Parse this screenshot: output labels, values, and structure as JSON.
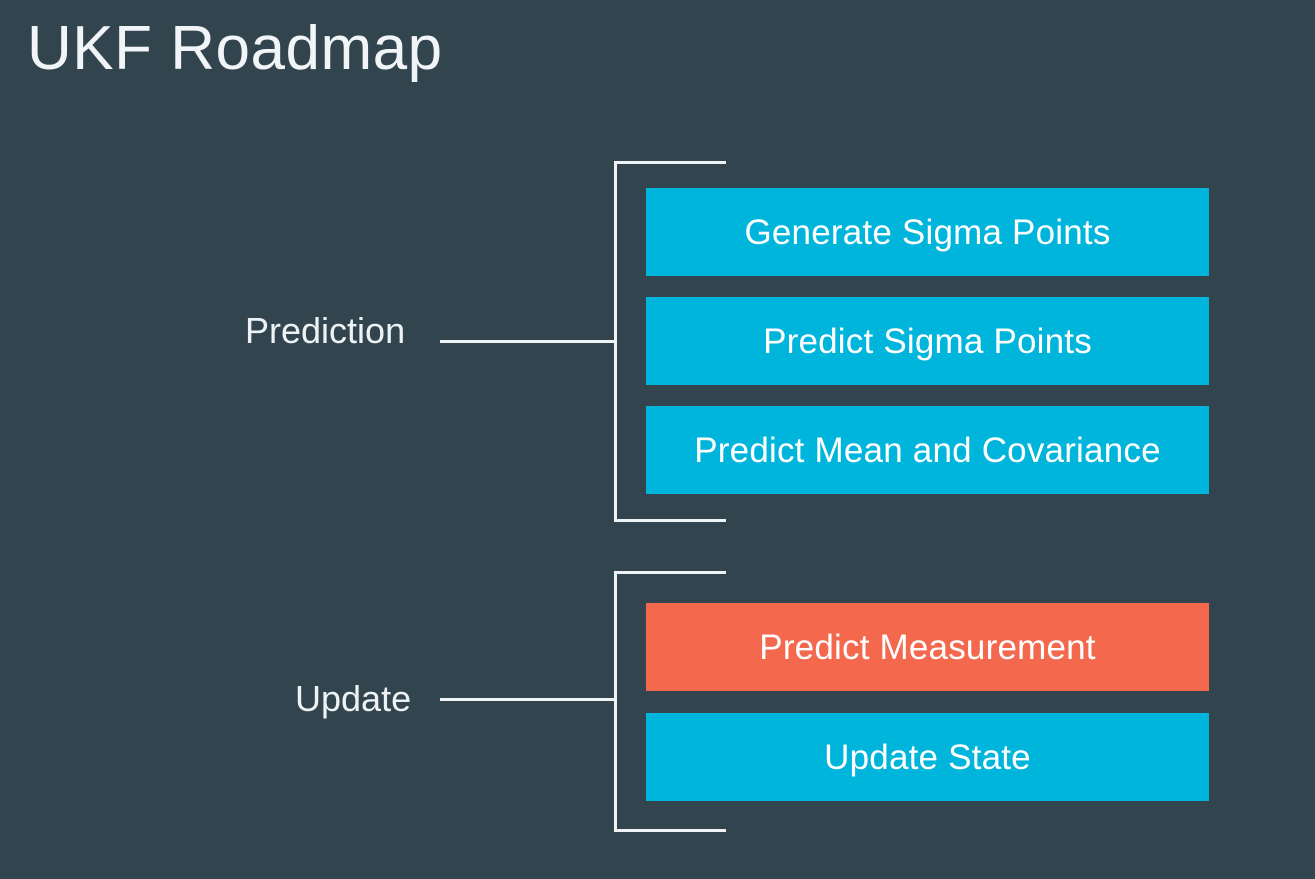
{
  "slide": {
    "title": "UKF Roadmap",
    "background_color": "#32454f"
  },
  "colors": {
    "background": "#32454f",
    "accent_cyan": "#00b5dc",
    "accent_orange": "#f4684e",
    "line": "#eef3f6",
    "text": "#ffffff"
  },
  "groups": [
    {
      "id": "prediction",
      "label": "Prediction",
      "steps": [
        {
          "id": "generate-sigma-points",
          "label": "Generate Sigma Points",
          "color": "#00b5dc",
          "highlighted": false
        },
        {
          "id": "predict-sigma-points",
          "label": "Predict Sigma Points",
          "color": "#00b5dc",
          "highlighted": false
        },
        {
          "id": "predict-mean-and-covariance",
          "label": "Predict Mean and Covariance",
          "color": "#00b5dc",
          "highlighted": false
        }
      ]
    },
    {
      "id": "update",
      "label": "Update",
      "steps": [
        {
          "id": "predict-measurement",
          "label": "Predict Measurement",
          "color": "#f4684e",
          "highlighted": true
        },
        {
          "id": "update-state",
          "label": "Update State",
          "color": "#00b5dc",
          "highlighted": false
        }
      ]
    }
  ]
}
